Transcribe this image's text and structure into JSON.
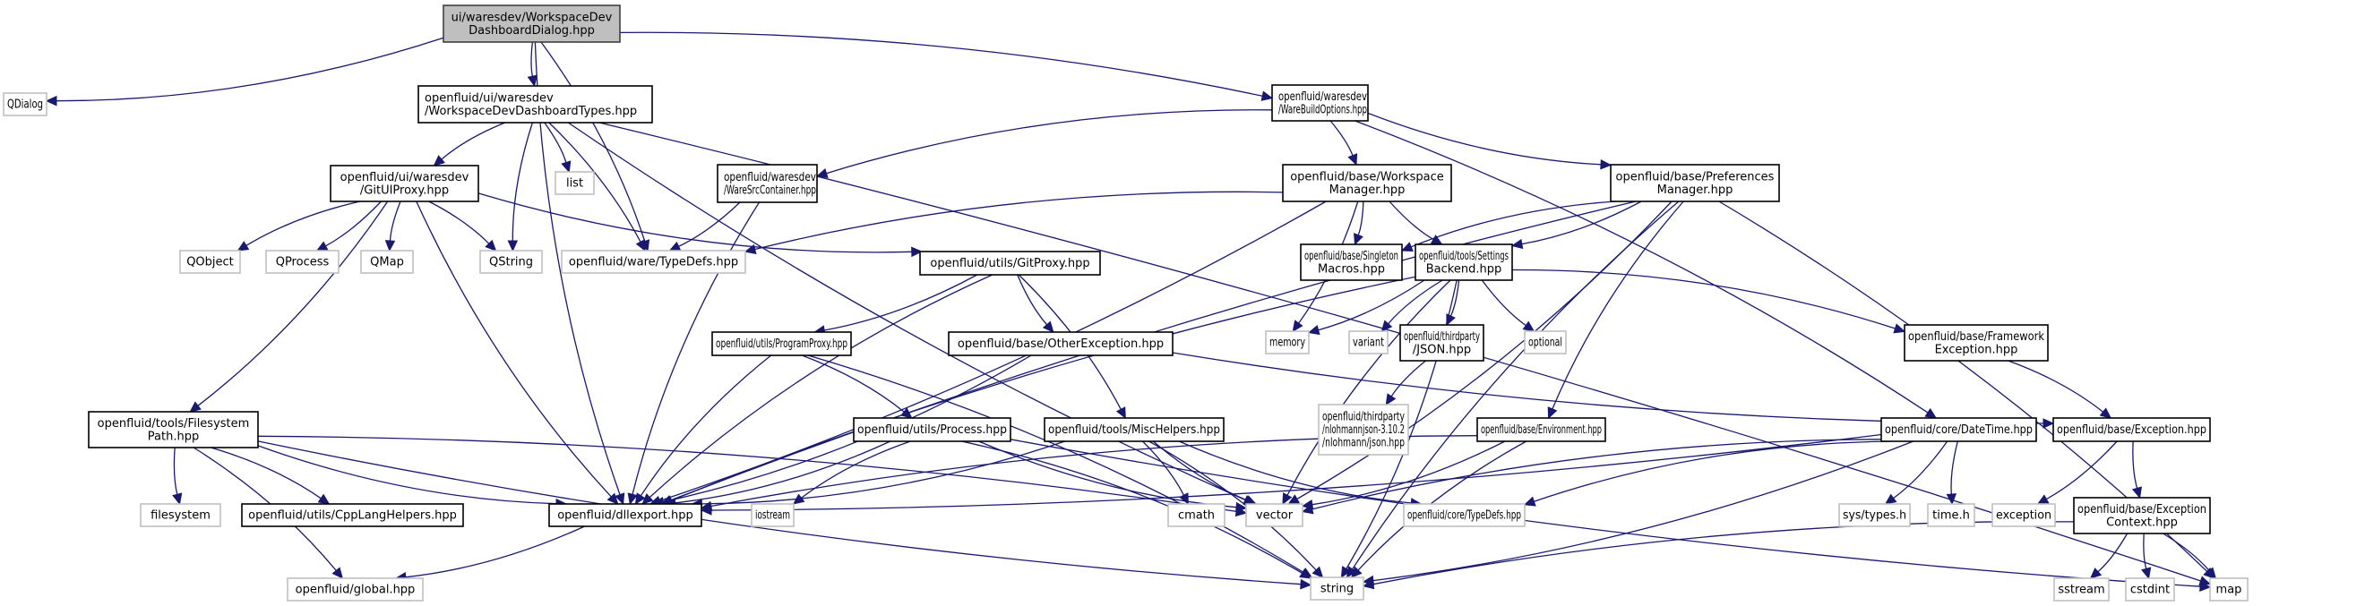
{
  "graph": {
    "title": "ui/waresdev/WorkspaceDevDashboardDialog.hpp include dependency graph",
    "colors": {
      "edge": "#191970",
      "root_fill": "#bfbfbf",
      "local_border": "#000000",
      "system_border": "#bfbfbf"
    },
    "nodes": [
      {
        "id": "root",
        "kind": "root",
        "lines": [
          "ui/waresdev/WorkspaceDev",
          "DashboardDialog.hpp"
        ]
      },
      {
        "id": "qdialog",
        "kind": "system",
        "lines": [
          "QDialog"
        ]
      },
      {
        "id": "dashtypes",
        "kind": "local",
        "lines": [
          "openfluid/ui/waresdev",
          "/WorkspaceDevDashboardTypes.hpp"
        ],
        "align": "left"
      },
      {
        "id": "warebuild",
        "kind": "local",
        "lines": [
          "openfluid/waresdev",
          "/WareBuildOptions.hpp"
        ],
        "align": "left"
      },
      {
        "id": "gituiproxy",
        "kind": "local",
        "lines": [
          "openfluid/ui/waresdev",
          "/GitUIProxy.hpp"
        ]
      },
      {
        "id": "list",
        "kind": "system",
        "lines": [
          "list"
        ]
      },
      {
        "id": "waresrc",
        "kind": "local",
        "lines": [
          "openfluid/waresdev",
          "/WareSrcContainer.hpp"
        ],
        "align": "left"
      },
      {
        "id": "wsmanager",
        "kind": "local",
        "lines": [
          "openfluid/base/Workspace",
          "Manager.hpp"
        ]
      },
      {
        "id": "prefmanager",
        "kind": "local",
        "lines": [
          "openfluid/base/Preferences",
          "Manager.hpp"
        ]
      },
      {
        "id": "qobject",
        "kind": "system",
        "lines": [
          "QObject"
        ]
      },
      {
        "id": "qprocess",
        "kind": "system",
        "lines": [
          "QProcess"
        ]
      },
      {
        "id": "qmap",
        "kind": "system",
        "lines": [
          "QMap"
        ]
      },
      {
        "id": "qstring",
        "kind": "system",
        "lines": [
          "QString"
        ]
      },
      {
        "id": "waretypedefs",
        "kind": "system",
        "lines": [
          "openfluid/ware/TypeDefs.hpp"
        ]
      },
      {
        "id": "gitproxy",
        "kind": "local",
        "lines": [
          "openfluid/utils/GitProxy.hpp"
        ]
      },
      {
        "id": "singleton",
        "kind": "local",
        "lines": [
          "openfluid/base/Singleton",
          "Macros.hpp"
        ]
      },
      {
        "id": "settings",
        "kind": "local",
        "lines": [
          "openfluid/tools/Settings",
          "Backend.hpp"
        ]
      },
      {
        "id": "programproxy",
        "kind": "local",
        "lines": [
          "openfluid/utils/ProgramProxy.hpp"
        ]
      },
      {
        "id": "otherexc",
        "kind": "local",
        "lines": [
          "openfluid/base/OtherException.hpp"
        ]
      },
      {
        "id": "memory",
        "kind": "system",
        "lines": [
          "memory"
        ]
      },
      {
        "id": "variant",
        "kind": "system",
        "lines": [
          "variant"
        ]
      },
      {
        "id": "jsonhpp",
        "kind": "local",
        "lines": [
          "openfluid/thirdparty",
          "/JSON.hpp"
        ]
      },
      {
        "id": "optional",
        "kind": "system",
        "lines": [
          "optional"
        ]
      },
      {
        "id": "frameworkexc",
        "kind": "local",
        "lines": [
          "openfluid/base/Framework",
          "Exception.hpp"
        ]
      },
      {
        "id": "fspath",
        "kind": "local",
        "lines": [
          "openfluid/tools/Filesystem",
          "Path.hpp"
        ]
      },
      {
        "id": "process",
        "kind": "local",
        "lines": [
          "openfluid/utils/Process.hpp"
        ]
      },
      {
        "id": "mischelpers",
        "kind": "local",
        "lines": [
          "openfluid/tools/MiscHelpers.hpp"
        ]
      },
      {
        "id": "nlohmann",
        "kind": "system",
        "lines": [
          "openfluid/thirdparty",
          "/nlohmannjson-3.10.2",
          "/nlohmann/json.hpp"
        ]
      },
      {
        "id": "environment",
        "kind": "local",
        "lines": [
          "openfluid/base/Environment.hpp"
        ]
      },
      {
        "id": "datetime",
        "kind": "local",
        "lines": [
          "openfluid/core/DateTime.hpp"
        ]
      },
      {
        "id": "exception",
        "kind": "local",
        "lines": [
          "openfluid/base/Exception.hpp"
        ]
      },
      {
        "id": "filesystem",
        "kind": "system",
        "lines": [
          "filesystem"
        ]
      },
      {
        "id": "cpplang",
        "kind": "local",
        "lines": [
          "openfluid/utils/CppLangHelpers.hpp"
        ]
      },
      {
        "id": "dllexport",
        "kind": "local",
        "lines": [
          "openfluid/dllexport.hpp"
        ]
      },
      {
        "id": "iostream",
        "kind": "system",
        "lines": [
          "iostream"
        ]
      },
      {
        "id": "cmath",
        "kind": "system",
        "lines": [
          "cmath"
        ]
      },
      {
        "id": "vector",
        "kind": "system",
        "lines": [
          "vector"
        ]
      },
      {
        "id": "coretypedefs",
        "kind": "system",
        "lines": [
          "openfluid/core/TypeDefs.hpp"
        ]
      },
      {
        "id": "systypes",
        "kind": "system",
        "lines": [
          "sys/types.h"
        ]
      },
      {
        "id": "timeh",
        "kind": "system",
        "lines": [
          "time.h"
        ]
      },
      {
        "id": "stdexception",
        "kind": "system",
        "lines": [
          "exception"
        ]
      },
      {
        "id": "exccontext",
        "kind": "local",
        "lines": [
          "openfluid/base/Exception",
          "Context.hpp"
        ]
      },
      {
        "id": "global",
        "kind": "system",
        "lines": [
          "openfluid/global.hpp"
        ]
      },
      {
        "id": "string",
        "kind": "system",
        "lines": [
          "string"
        ]
      },
      {
        "id": "sstream",
        "kind": "system",
        "lines": [
          "sstream"
        ]
      },
      {
        "id": "cstdint",
        "kind": "system",
        "lines": [
          "cstdint"
        ]
      },
      {
        "id": "map",
        "kind": "system",
        "lines": [
          "map"
        ]
      }
    ],
    "edges": [
      [
        "root",
        "qdialog"
      ],
      [
        "root",
        "dashtypes"
      ],
      [
        "root",
        "warebuild"
      ],
      [
        "root",
        "dllexport"
      ],
      [
        "root",
        "waretypedefs"
      ],
      [
        "dashtypes",
        "gituiproxy"
      ],
      [
        "dashtypes",
        "list"
      ],
      [
        "dashtypes",
        "qstring"
      ],
      [
        "dashtypes",
        "waretypedefs"
      ],
      [
        "dashtypes",
        "vector"
      ],
      [
        "dashtypes",
        "map"
      ],
      [
        "warebuild",
        "waresrc"
      ],
      [
        "warebuild",
        "wsmanager"
      ],
      [
        "warebuild",
        "prefmanager"
      ],
      [
        "warebuild",
        "datetime"
      ],
      [
        "gituiproxy",
        "qobject"
      ],
      [
        "gituiproxy",
        "qprocess"
      ],
      [
        "gituiproxy",
        "qmap"
      ],
      [
        "gituiproxy",
        "qstring"
      ],
      [
        "gituiproxy",
        "gitproxy"
      ],
      [
        "gituiproxy",
        "fspath"
      ],
      [
        "gituiproxy",
        "dllexport"
      ],
      [
        "waresrc",
        "waretypedefs"
      ],
      [
        "waresrc",
        "dllexport"
      ],
      [
        "wsmanager",
        "singleton"
      ],
      [
        "wsmanager",
        "settings"
      ],
      [
        "wsmanager",
        "memory"
      ],
      [
        "wsmanager",
        "waretypedefs"
      ],
      [
        "wsmanager",
        "dllexport"
      ],
      [
        "prefmanager",
        "singleton"
      ],
      [
        "prefmanager",
        "settings"
      ],
      [
        "prefmanager",
        "dllexport"
      ],
      [
        "prefmanager",
        "vector"
      ],
      [
        "prefmanager",
        "string"
      ],
      [
        "prefmanager",
        "map"
      ],
      [
        "prefmanager",
        "environment"
      ],
      [
        "gitproxy",
        "programproxy"
      ],
      [
        "gitproxy",
        "otherexc"
      ],
      [
        "gitproxy",
        "mischelpers"
      ],
      [
        "gitproxy",
        "dllexport"
      ],
      [
        "settings",
        "memory"
      ],
      [
        "settings",
        "variant"
      ],
      [
        "settings",
        "jsonhpp"
      ],
      [
        "settings",
        "optional"
      ],
      [
        "settings",
        "frameworkexc"
      ],
      [
        "settings",
        "dllexport"
      ],
      [
        "settings",
        "string"
      ],
      [
        "settings",
        "vector"
      ],
      [
        "programproxy",
        "process"
      ],
      [
        "programproxy",
        "dllexport"
      ],
      [
        "programproxy",
        "string"
      ],
      [
        "otherexc",
        "exception"
      ],
      [
        "otherexc",
        "dllexport"
      ],
      [
        "jsonhpp",
        "nlohmann"
      ],
      [
        "frameworkexc",
        "exception"
      ],
      [
        "fspath",
        "filesystem"
      ],
      [
        "fspath",
        "cpplang"
      ],
      [
        "fspath",
        "dllexport"
      ],
      [
        "fspath",
        "global"
      ],
      [
        "fspath",
        "string"
      ],
      [
        "fspath",
        "vector"
      ],
      [
        "process",
        "iostream"
      ],
      [
        "process",
        "dllexport"
      ],
      [
        "process",
        "vector"
      ],
      [
        "process",
        "string"
      ],
      [
        "process",
        "map"
      ],
      [
        "mischelpers",
        "cmath"
      ],
      [
        "mischelpers",
        "vector"
      ],
      [
        "mischelpers",
        "string"
      ],
      [
        "mischelpers",
        "coretypedefs"
      ],
      [
        "mischelpers",
        "dllexport"
      ],
      [
        "environment",
        "dllexport"
      ],
      [
        "environment",
        "vector"
      ],
      [
        "environment",
        "string"
      ],
      [
        "datetime",
        "systypes"
      ],
      [
        "datetime",
        "timeh"
      ],
      [
        "datetime",
        "dllexport"
      ],
      [
        "datetime",
        "coretypedefs"
      ],
      [
        "datetime",
        "string"
      ],
      [
        "datetime",
        "vector"
      ],
      [
        "exception",
        "stdexception"
      ],
      [
        "exception",
        "exccontext"
      ],
      [
        "exccontext",
        "sstream"
      ],
      [
        "exccontext",
        "cstdint"
      ],
      [
        "exccontext",
        "map"
      ],
      [
        "exccontext",
        "string"
      ],
      [
        "dllexport",
        "global"
      ]
    ]
  }
}
